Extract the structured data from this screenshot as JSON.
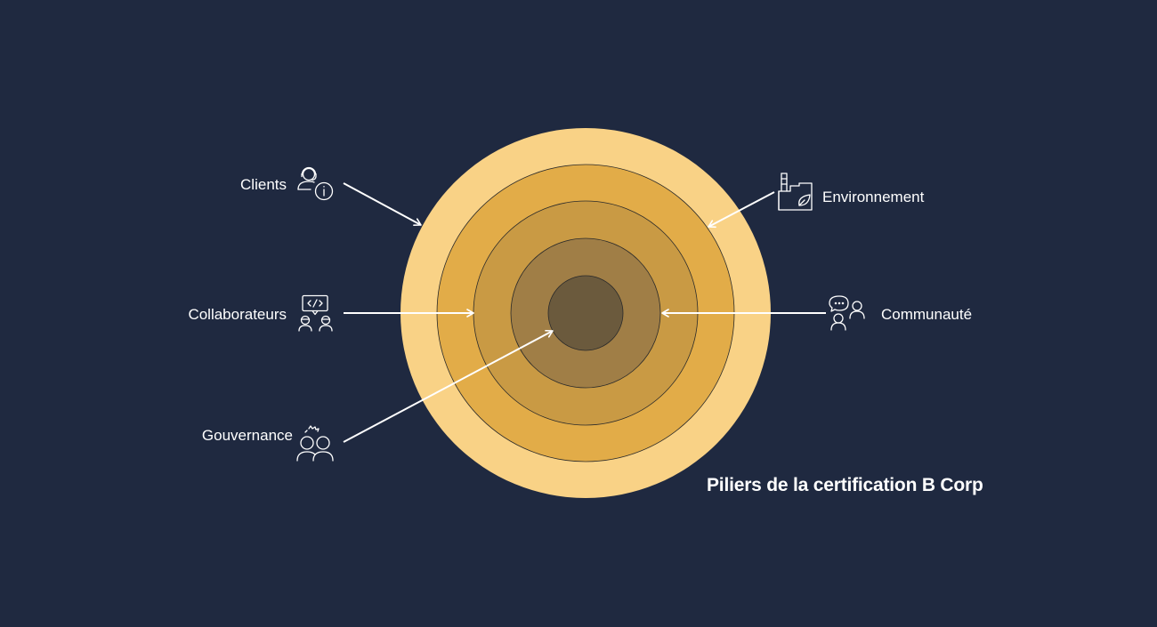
{
  "diagram": {
    "caption": "Piliers de la certification B Corp",
    "background": "#1f2940",
    "rings": [
      {
        "color": "#f9d286"
      },
      {
        "color": "#e2ac48"
      },
      {
        "color": "#c99a44"
      },
      {
        "color": "#a07e46"
      },
      {
        "color": "#6b5a3d"
      }
    ],
    "pillars": [
      {
        "key": "clients",
        "label": "Clients",
        "icon": "customer-support-info-icon"
      },
      {
        "key": "collaborateurs",
        "label": "Collaborateurs",
        "icon": "team-code-chat-icon"
      },
      {
        "key": "gouvernance",
        "label": "Gouvernance",
        "icon": "people-group-icon"
      },
      {
        "key": "environnement",
        "label": "Environnement",
        "icon": "factory-leaf-icon"
      },
      {
        "key": "communaute",
        "label": "Communauté",
        "icon": "community-chat-icon"
      }
    ]
  }
}
